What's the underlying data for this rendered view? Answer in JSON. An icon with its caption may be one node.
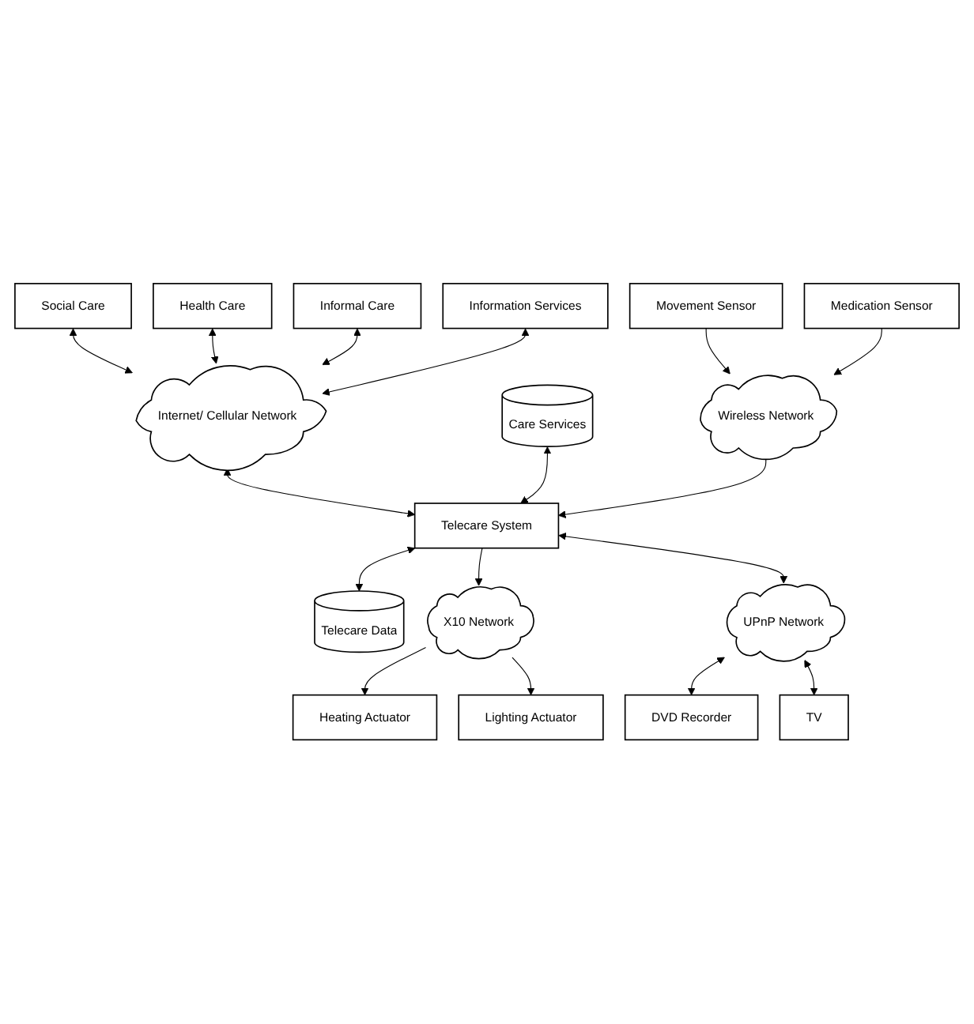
{
  "diagram": {
    "nodes": [
      {
        "text": [
          "Social Care"
        ]
      },
      {
        "text": [
          "Health Care"
        ]
      },
      {
        "text": [
          "Informal Care"
        ]
      },
      {
        "text": [
          "Information Services"
        ]
      },
      {
        "text": [
          "Internet/ Cellular Network"
        ]
      },
      {
        "text": [
          "Care Services"
        ]
      },
      {
        "text": [
          "Telecare System"
        ]
      },
      {
        "text": [
          "Telecare Data"
        ]
      },
      {
        "text": [
          "Wireless Network"
        ]
      },
      {
        "text": [
          "X10 Network"
        ]
      },
      {
        "text": [
          "UPnP Network"
        ]
      },
      {
        "text": [
          "Movement Sensor"
        ]
      },
      {
        "text": [
          "Medication Sensor"
        ]
      },
      {
        "text": [
          "DVD Recorder"
        ]
      },
      {
        "text": [
          "TV"
        ]
      },
      {
        "text": [
          "Heating Actuator"
        ]
      },
      {
        "text": [
          "Lighting Actuator"
        ]
      }
    ],
    "edges": [
      {
        "from": 0,
        "to": 4,
        "arrow": "both"
      },
      {
        "from": 1,
        "to": 4,
        "arrow": "both"
      },
      {
        "from": 2,
        "to": 4,
        "arrow": "both"
      },
      {
        "from": 3,
        "to": 4,
        "arrow": "both"
      },
      {
        "from": 4,
        "to": 6,
        "arrow": "both"
      },
      {
        "from": 5,
        "to": 6,
        "arrow": "both"
      },
      {
        "from": 6,
        "to": 7,
        "arrow": "both"
      },
      {
        "from": 8,
        "to": 6,
        "arrow": "to"
      },
      {
        "from": 6,
        "to": 9,
        "arrow": "to"
      },
      {
        "from": 6,
        "to": 10,
        "arrow": "both"
      },
      {
        "from": 11,
        "to": 8,
        "arrow": "to"
      },
      {
        "from": 12,
        "to": 8,
        "arrow": "to"
      },
      {
        "from": 9,
        "to": 15,
        "arrow": "to"
      },
      {
        "from": 9,
        "to": 16,
        "arrow": "to"
      },
      {
        "from": 10,
        "to": 13,
        "arrow": "both"
      },
      {
        "from": 10,
        "to": 14,
        "arrow": "both"
      }
    ]
  }
}
